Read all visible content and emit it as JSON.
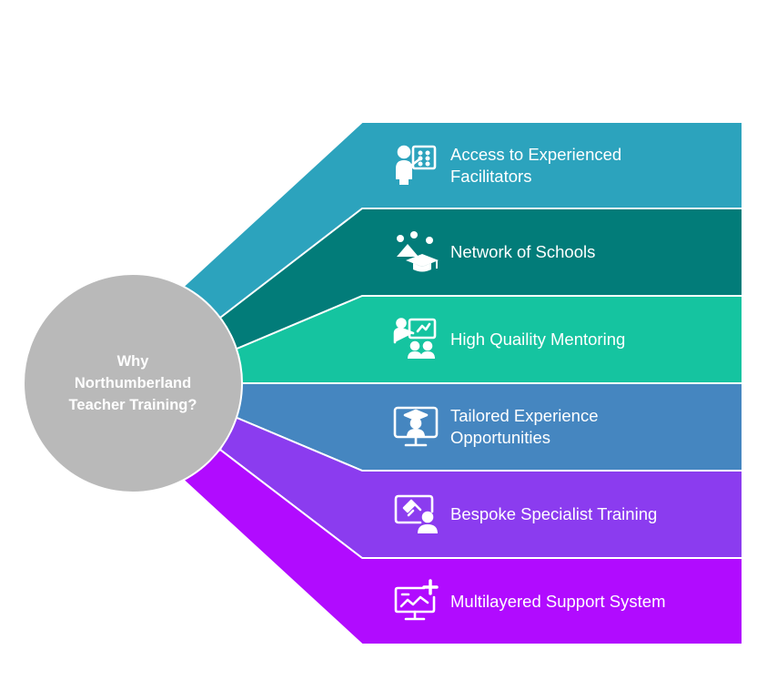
{
  "diagram": {
    "hub": {
      "title": "Why\nNorthumberland\nTeacher Training?",
      "color": "#b9b9b9"
    },
    "bands": [
      {
        "label": "Access to Experienced\nFacilitators",
        "icon": "facilitator-icon",
        "color": "#2ca3bd"
      },
      {
        "label": "Network of Schools",
        "icon": "school-network-icon",
        "color": "#027c79"
      },
      {
        "label": "High Quaility Mentoring",
        "icon": "mentoring-icon",
        "color": "#15c4a0"
      },
      {
        "label": "Tailored Experience\nOpportunities",
        "icon": "graduate-monitor-icon",
        "color": "#4586c0"
      },
      {
        "label": "Bespoke Specialist Training",
        "icon": "specialist-training-icon",
        "color": "#8b3cef"
      },
      {
        "label": "Multilayered Support System",
        "icon": "support-system-icon",
        "color": "#b10bff"
      }
    ]
  }
}
